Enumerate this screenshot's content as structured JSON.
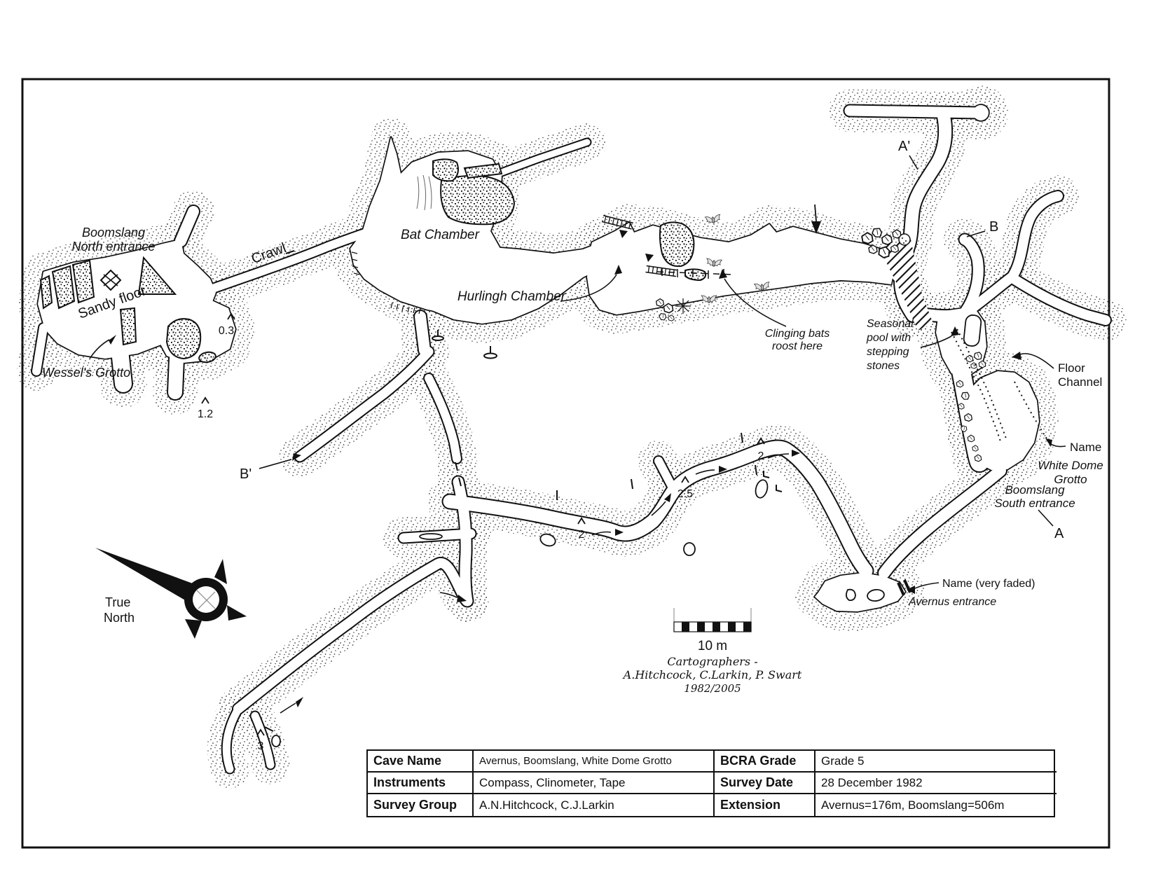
{
  "map": {
    "labels": {
      "north_entrance_line1": "Boomslang",
      "north_entrance_line2": "North entrance",
      "sandy_floor": "Sandy floor",
      "crawl": "Crawl",
      "wessels_grotto": "Wessel's Grotto",
      "bat_chamber": "Bat Chamber",
      "hurlingh_chamber": "Hurlingh Chamber",
      "clinging_bats_line1": "Clinging bats",
      "clinging_bats_line2": "roost here",
      "seasonal_pool_line1": "Seasonal",
      "seasonal_pool_line2": "pool with",
      "seasonal_pool_line3": "stepping",
      "seasonal_pool_line4": "stones",
      "floor_channel_line1": "Floor",
      "floor_channel_line2": "Channel",
      "name_label": "Name",
      "white_dome_line1": "White Dome",
      "white_dome_line2": "Grotto",
      "south_entrance_line1": "Boomslang",
      "south_entrance_line2": "South entrance",
      "name_faded": "Name (very faded)",
      "avernus_entrance": "Avernus entrance",
      "true_north_line1": "True",
      "true_north_line2": "North"
    },
    "sections": {
      "a": "A",
      "a_prime": "A'",
      "b": "B",
      "b_prime": "B'"
    },
    "depth_markers": {
      "d_03": "0.3",
      "d_12": "1.2",
      "d_2a": "2",
      "d_25": "2.5",
      "d_2b": "2",
      "d_3": "3"
    },
    "scale_bar": {
      "label": "10 m"
    },
    "credits": {
      "line1": "Cartographers -",
      "line2": "A.Hitchcock, C.Larkin, P. Swart",
      "line3": "1982/2005"
    }
  },
  "info_table": {
    "rows": [
      {
        "label1": "Cave Name",
        "value1": "Avernus, Boomslang, White Dome Grotto",
        "label2": "BCRA Grade",
        "value2": "Grade 5"
      },
      {
        "label1": "Instruments",
        "value1": "Compass, Clinometer, Tape",
        "label2": "Survey Date",
        "value2": "28 December 1982"
      },
      {
        "label1": "Survey Group",
        "value1": "A.N.Hitchcock, C.J.Larkin",
        "label2": "Extension",
        "value2": "Avernus=176m, Boomslang=506m"
      }
    ]
  }
}
